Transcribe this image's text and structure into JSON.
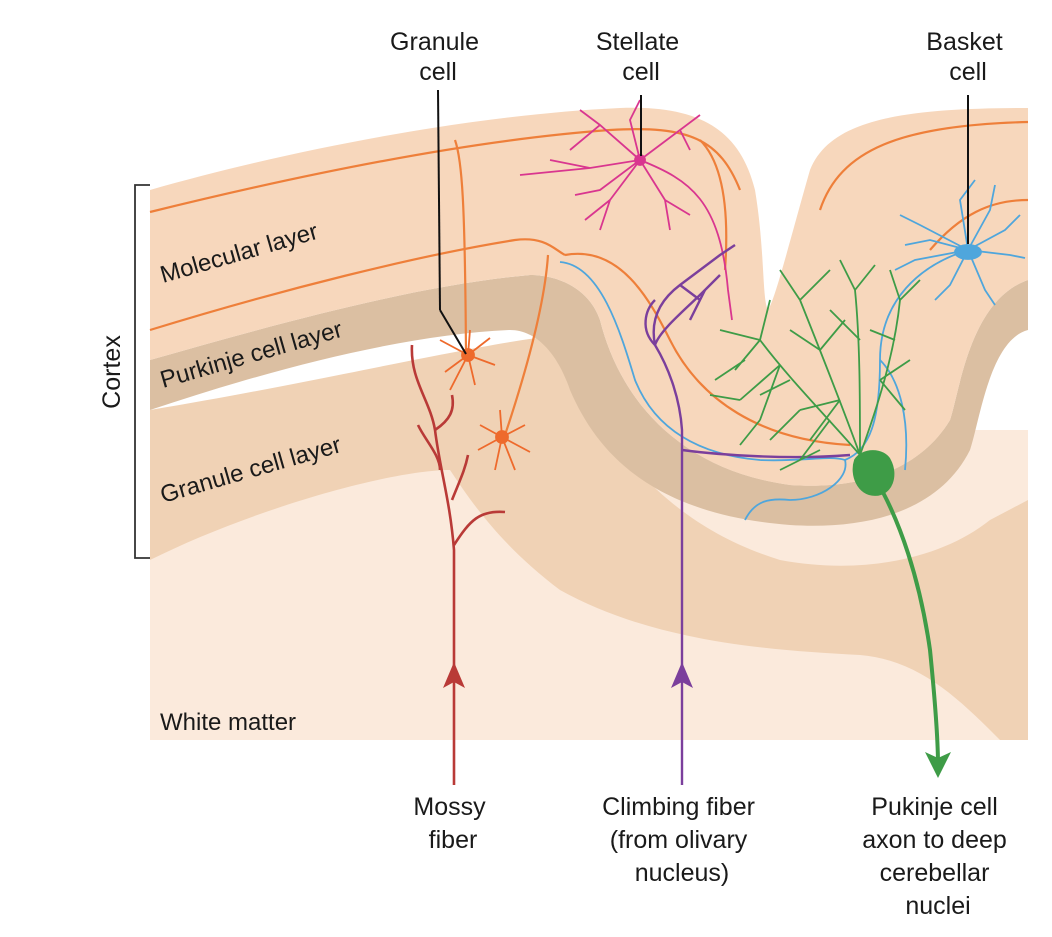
{
  "labels": {
    "granule_cell": [
      "Granule",
      "cell"
    ],
    "stellate_cell": [
      "Stellate",
      "cell"
    ],
    "basket_cell": [
      "Basket",
      "cell"
    ],
    "cortex": "Cortex",
    "molecular_layer": "Molecular layer",
    "purkinje_layer": "Purkinje cell layer",
    "granule_layer": "Granule cell  layer",
    "white_matter": "White matter",
    "mossy_fiber": [
      "Mossy",
      "fiber"
    ],
    "climbing_fiber": [
      "Climbing fiber",
      "(from olivary",
      "nucleus)"
    ],
    "purkinje_axon": [
      "Pukinje cell",
      "axon to deep",
      "cerebellar",
      "nuclei"
    ]
  },
  "colors": {
    "white_matter": "#fbeadc",
    "granule_layer": "#f0d2b5",
    "purkinje_layer": "#dbbfa2",
    "molecular_layer": "#f7d7bc",
    "orange_fiber": "#ee7f3a",
    "granule_cell": "#ee6a2c",
    "stellate_cell": "#d9368f",
    "basket_cell": "#4fa6dc",
    "mossy_fiber": "#b93a37",
    "climbing_fiber": "#7b3f9c",
    "purkinje_cell": "#3e9c47"
  }
}
